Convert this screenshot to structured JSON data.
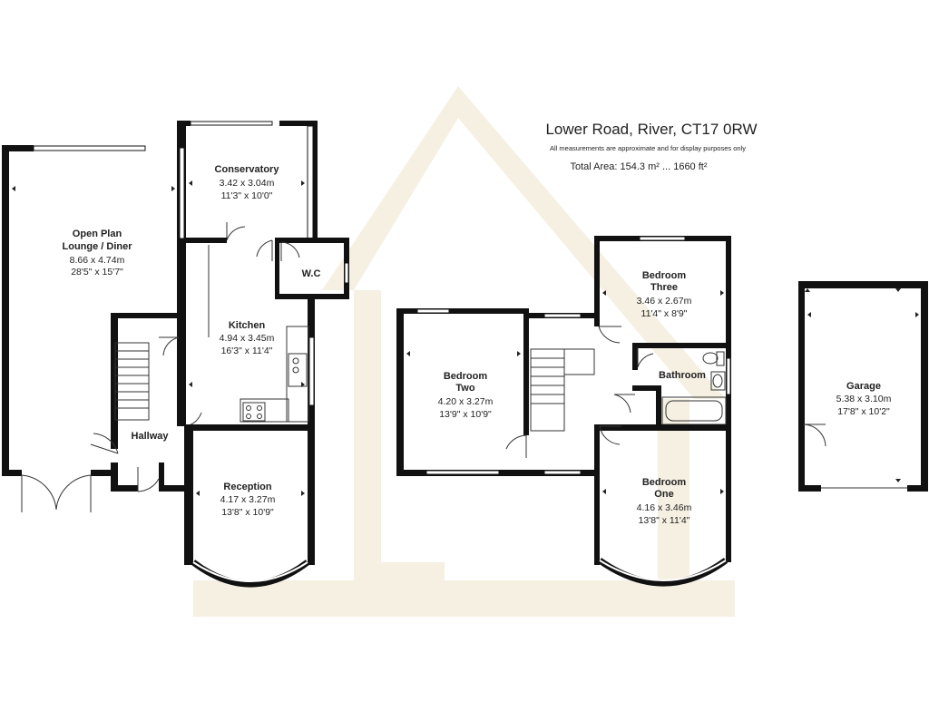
{
  "header": {
    "address": "Lower Road, River, CT17 0RW",
    "disclaimer": "All measurements are approximate and for display purposes only",
    "total_area": "Total Area: 154.3 m² ... 1660 ft²"
  },
  "colors": {
    "wall": "#111111",
    "watermark": "#f3ecdc",
    "background": "#ffffff"
  },
  "rooms": {
    "conservatory": {
      "name": "Conservatory",
      "metric": "3.42 x 3.04m",
      "imperial": "11'3\" x 10'0\""
    },
    "lounge": {
      "name_line1": "Open Plan",
      "name_line2": "Lounge / Diner",
      "metric": "8.66 x 4.74m",
      "imperial": "28'5\" x 15'7\""
    },
    "wc": {
      "name": "W.C"
    },
    "kitchen": {
      "name": "Kitchen",
      "metric": "4.94 x 3.45m",
      "imperial": "16'3\" x 11'4\""
    },
    "hallway": {
      "name": "Hallway"
    },
    "reception": {
      "name": "Reception",
      "metric": "4.17 x 3.27m",
      "imperial": "13'8\" x 10'9\""
    },
    "bedroom_two": {
      "name_line1": "Bedroom",
      "name_line2": "Two",
      "metric": "4.20 x 3.27m",
      "imperial": "13'9\" x 10'9\""
    },
    "bedroom_three": {
      "name_line1": "Bedroom",
      "name_line2": "Three",
      "metric": "3.46 x 2.67m",
      "imperial": "11'4\" x 8'9\""
    },
    "bathroom": {
      "name": "Bathroom"
    },
    "bedroom_one": {
      "name_line1": "Bedroom",
      "name_line2": "One",
      "metric": "4.16 x 3.46m",
      "imperial": "13'8\" x 11'4\""
    },
    "garage": {
      "name": "Garage",
      "metric": "5.38 x 3.10m",
      "imperial": "17'8\" x 10'2\""
    }
  }
}
